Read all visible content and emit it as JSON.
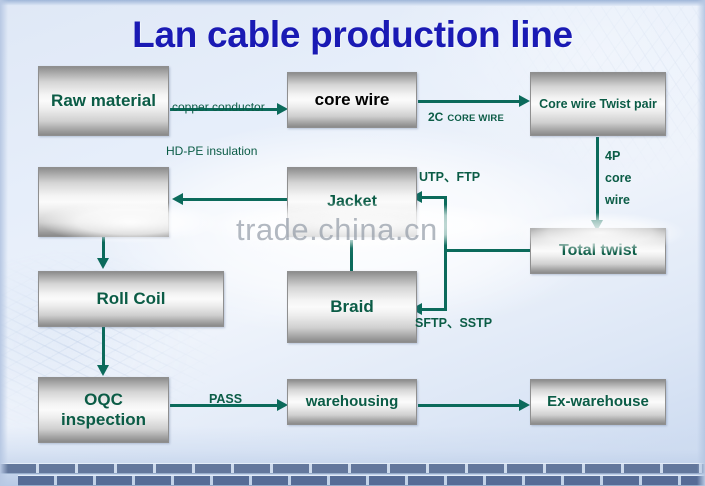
{
  "title": "Lan cable production line",
  "watermark": "trade.china.cn",
  "boxes": {
    "raw_material": "Raw material",
    "core_wire": "core wire",
    "core_wire_twist_pair": "Core wire Twist pair",
    "extruder": "",
    "jacket": "Jacket",
    "total_twist": "Total twist",
    "roll_coil": "Roll Coil",
    "braid": "Braid",
    "oqc_inspection": "OQC inspection",
    "warehousing": "warehousing",
    "ex_warehouse": "Ex-warehouse"
  },
  "edge_labels": {
    "copper_conductor": "copper conductor",
    "hdpe_insulation": "HD-PE insulation",
    "two_c": "2C",
    "core_wire_small": "CORE WIRE",
    "four_p_core_wire": "4P\ncore\nwire",
    "utp_ftp": "UTP、FTP",
    "sftp_sstp": "SFTP、SSTP",
    "pass": "PASS"
  },
  "colors": {
    "title": "#1a1ab4",
    "connector": "#0b6a5b",
    "box_text": "#0b5c46",
    "background": "#d9e3f3",
    "watermark": "#9aa2ad"
  }
}
